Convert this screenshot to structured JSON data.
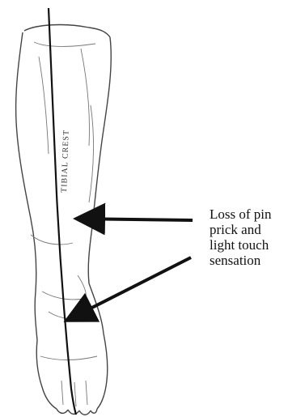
{
  "figure": {
    "crest_label": "TIBIAL CREST",
    "annotation_lines": [
      "Loss of pin",
      "prick and",
      "light touch",
      "sensation"
    ]
  }
}
